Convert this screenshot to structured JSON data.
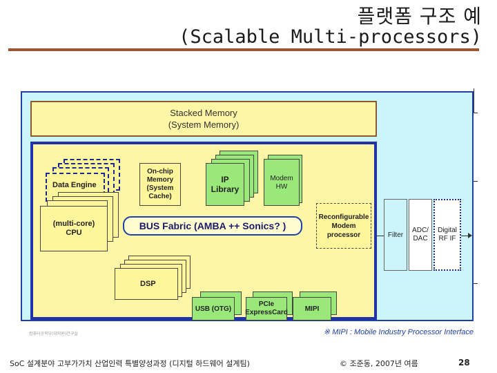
{
  "slide": {
    "title_line1": "플랫폼 구조 예",
    "title_line2": "(Scalable Multi-processors)",
    "page_number": "28",
    "footer_left": "SoC 설계분야 고부가가치 산업인력 특별양성과정 (디지털 하드웨어 설계팀)",
    "footer_right": "© 조준동, 2007년 여름",
    "note": "※ MIPI : Mobile Industry Processor Interface",
    "watermark": "컴퓨터공학부(대학원)연구실"
  },
  "diagram": {
    "stacked_memory": {
      "line1": "Stacked Memory",
      "line2": "(System Memory)"
    },
    "data_engine": "Data Engine",
    "onchip": {
      "l1": "On-chip",
      "l2": "Memory",
      "l3": "(System",
      "l4": "Cache)"
    },
    "ip_library": {
      "l1": "IP",
      "l2": "Library"
    },
    "modem_hw": {
      "l1": "Modem",
      "l2": "HW"
    },
    "cpu": {
      "l1": "(multi-core)",
      "l2": "CPU"
    },
    "bus_fabric": "BUS Fabric (AMBA ++ Sonics? )",
    "reconfig": {
      "l1": "Reconfigurable",
      "l2": "Modem",
      "l3": "processor"
    },
    "dsp": "DSP",
    "usb": "USB (OTG)",
    "pcie": {
      "l1": "PCIe",
      "l2": "ExpressCard"
    },
    "mipi": "MIPI",
    "filter": "Filter",
    "adc_dac": {
      "l1": "ADC/",
      "l2": "DAC"
    },
    "digital_rf": {
      "l1": "Digital",
      "l2": "RF IF"
    }
  },
  "colors": {
    "panel_bg": "#ccf5fb",
    "panel_border": "#1f3fa8",
    "memory_yellow": "#fdf6a6",
    "block_yellow": "#fff59a",
    "ip_green": "#9be87a",
    "accent_rule": "#a0522d"
  }
}
